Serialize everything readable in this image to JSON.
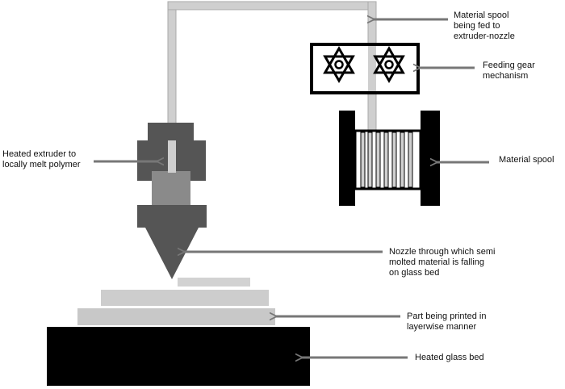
{
  "colors": {
    "filament": "#cfcfcf",
    "extruder_block": "#555555",
    "heater_core": "#8a8a8a",
    "arrow": "#777777",
    "bed": "#000000",
    "layer_top": "#d2d2d2",
    "layer_mid": "#cdcdcd",
    "layer_bottom": "#c8c8c8"
  },
  "icons": [
    "gear-icon",
    "gear-icon"
  ],
  "labels": {
    "spool_feed": "Material spool\nbeing fed to\nextruder-nozzle",
    "feeding_gear": "Feeding gear\nmechanism",
    "material_spool": "Material spool",
    "heated_extruder": "Heated extruder to\nlocally melt polymer",
    "nozzle": "Nozzle through which semi\nmolted material is falling\non glass bed",
    "part": "Part being printed in\nlayerwise manner",
    "glass_bed": "Heated glass bed"
  }
}
